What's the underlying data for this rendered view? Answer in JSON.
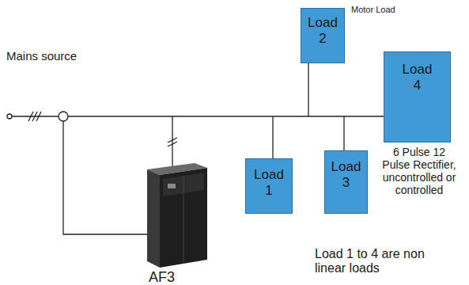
{
  "diagram": {
    "nodes": [
      {
        "text": [
          "Load 2"
        ]
      },
      {
        "text": [
          "Load 4"
        ]
      },
      {
        "text": [
          "Load 1"
        ]
      },
      {
        "text": [
          "Load 3"
        ]
      }
    ],
    "labels": [
      "Mains source",
      "Motor Load",
      "6 Pulse 12 Pulse Rectifier, uncontrolled or controlled",
      "AF3",
      "Load 1 to 4 are non linear loads"
    ]
  }
}
